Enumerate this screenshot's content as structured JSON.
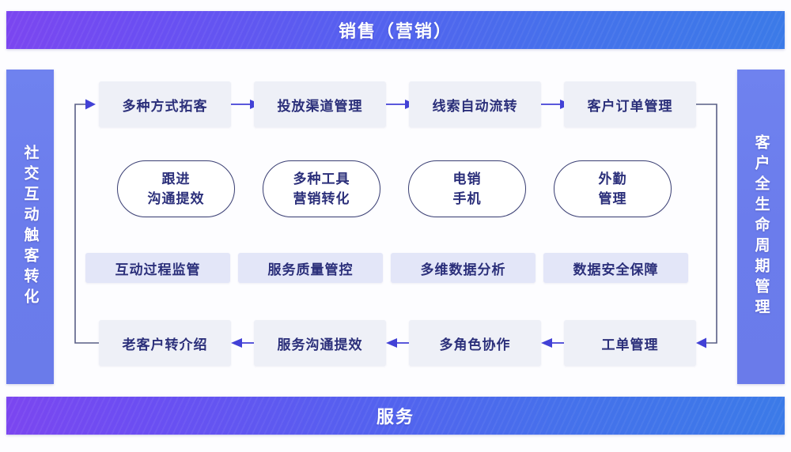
{
  "banners": {
    "top": {
      "label": "销售（营销）",
      "gradient_from": "#7b46f0",
      "gradient_to": "#3b7ae8"
    },
    "bottom": {
      "label": "服务",
      "gradient_from": "#7b46f0",
      "gradient_to": "#3b7ae8"
    }
  },
  "rails": {
    "left": {
      "label": "社交互动触客转化",
      "color": "#6b7cec"
    },
    "right": {
      "label": "客户全生命周期管理",
      "color": "#6b7cec"
    }
  },
  "rows": {
    "row1": {
      "direction": "left-to-right",
      "items": [
        {
          "label": "多种方式拓客"
        },
        {
          "label": "投放渠道管理"
        },
        {
          "label": "线索自动流转"
        },
        {
          "label": "客户订单管理"
        }
      ]
    },
    "row2": {
      "items": [
        {
          "line1": "跟进",
          "line2": "沟通提效"
        },
        {
          "line1": "多种工具",
          "line2": "营销转化"
        },
        {
          "line1": "电销",
          "line2": "手机"
        },
        {
          "line1": "外勤",
          "line2": "管理"
        }
      ]
    },
    "row3": {
      "items": [
        {
          "label": "互动过程监管"
        },
        {
          "label": "服务质量管控"
        },
        {
          "label": "多维数据分析"
        },
        {
          "label": "数据安全保障"
        }
      ]
    },
    "row4": {
      "direction": "right-to-left",
      "items": [
        {
          "label": "老客户转介绍"
        },
        {
          "label": "服务沟通提效"
        },
        {
          "label": "多角色协作"
        },
        {
          "label": "工单管理"
        }
      ]
    }
  },
  "colors": {
    "arrow": "#4241d6",
    "loop_line": "#5a5f86",
    "box_fill": "#eef0f7",
    "tint_fill": "#e3e6f8",
    "text": "#2b2f7a",
    "pill_border": "#3a3f73"
  }
}
